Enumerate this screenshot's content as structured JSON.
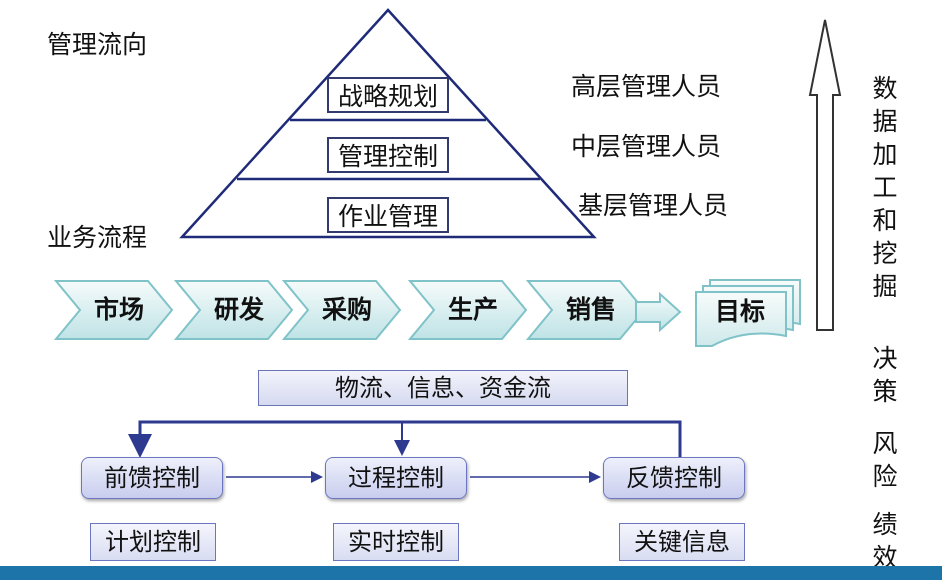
{
  "header": {
    "management_direction": "管理流向",
    "business_process": "业务流程"
  },
  "pyramid": {
    "levels": [
      "战略规划",
      "管理控制",
      "作业管理"
    ],
    "roles": [
      "高层管理人员",
      "中层管理人员",
      "基层管理人员"
    ]
  },
  "process": {
    "steps": [
      "市场",
      "研发",
      "采购",
      "生产",
      "销售"
    ],
    "target": "目标"
  },
  "flows": "物流、信息、资金流",
  "controls": {
    "boxes": [
      "前馈控制",
      "过程控制",
      "反馈控制"
    ],
    "sub_labels": [
      "计划控制",
      "实时控制",
      "关键信息"
    ]
  },
  "right_column": {
    "data_processing": [
      "数",
      "据",
      "加",
      "工",
      "和",
      "挖",
      "掘"
    ],
    "decision_risk_perf": [
      "决",
      "策",
      "风",
      "险",
      "绩",
      "效"
    ]
  },
  "colors": {
    "chevron_fill_light": "#f6fbfb",
    "chevron_fill_dark": "#bfe3e6",
    "chevron_stroke": "#7fc3c9",
    "pyramid_stroke": "#1f2a78",
    "control_fill": "#d6daf2",
    "bottom_band": "#1d74a8"
  }
}
